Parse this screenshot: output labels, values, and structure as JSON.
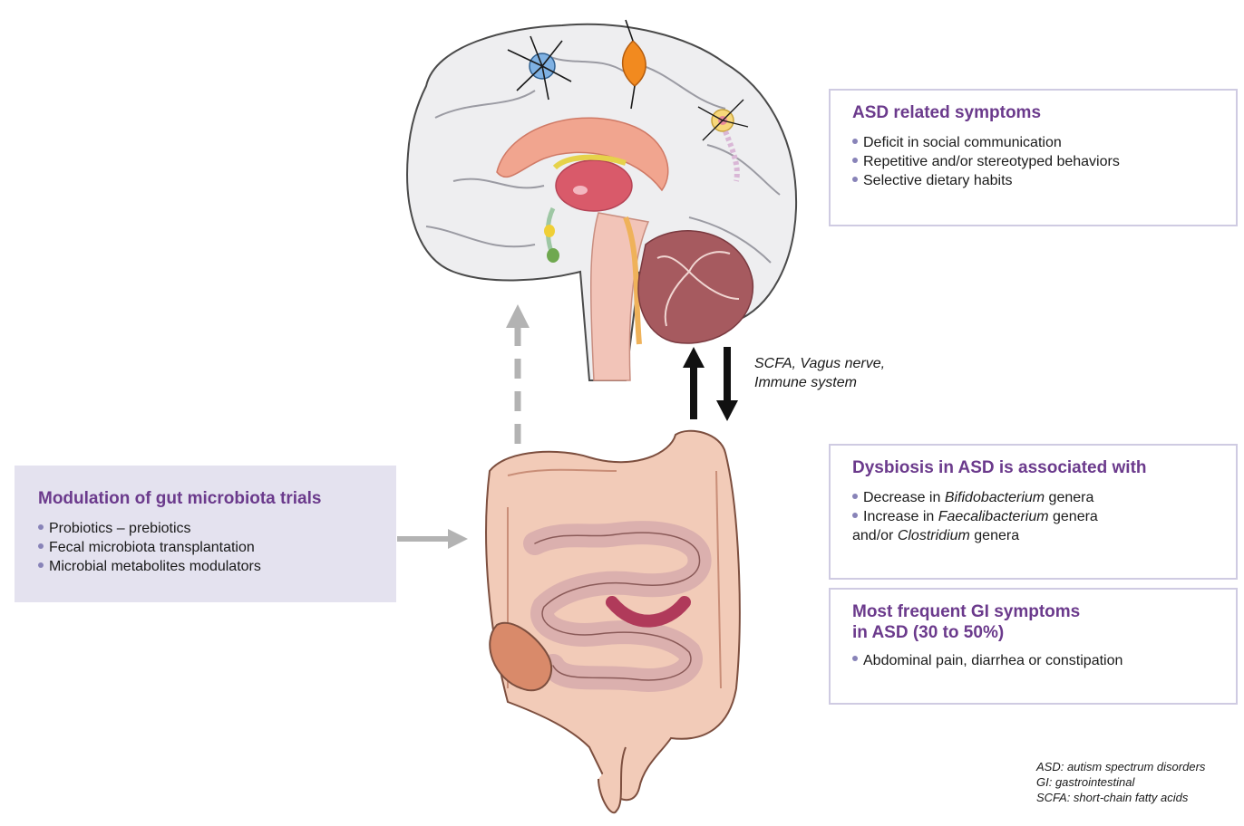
{
  "asd_symptoms": {
    "title": "ASD related symptoms",
    "items": [
      "Deficit in social communication",
      "Repetitive and/or stereotyped behaviors",
      "Selective dietary habits"
    ]
  },
  "modulation": {
    "title": "Modulation of gut microbiota trials",
    "items": [
      "Probiotics – prebiotics",
      "Fecal microbiota transplantation",
      "Microbial metabolites modulators"
    ]
  },
  "dysbiosis": {
    "title": "Dysbiosis in ASD is associated with",
    "item1": {
      "pre": "Decrease in ",
      "em": "Bifidobacterium",
      "post": " genera"
    },
    "item2": {
      "pre": "Increase in ",
      "em": "Faecalibacterium",
      "post": " genera"
    },
    "item2_cont": {
      "pre": "and/or ",
      "em": "Clostridium",
      "post": " genera"
    }
  },
  "gi_symptoms": {
    "title_line1": "Most frequent GI symptoms",
    "title_line2": "in ASD (30 to 50%)",
    "items": [
      "Abdominal pain, diarrhea or constipation"
    ]
  },
  "axis_caption": {
    "line1": "SCFA, Vagus nerve,",
    "line2": "Immune system"
  },
  "legend": [
    "ASD: autism spectrum disorders",
    "GI: gastrointestinal",
    "SCFA: short-chain fatty acids"
  ],
  "colors": {
    "title_purple": "#6b3a8c",
    "box_border": "#cfcbe2",
    "box_fill": "#e4e2ef",
    "bullet": "#8883b8",
    "arrow_gray": "#b3b3b3"
  },
  "illustrations": [
    "brain-illustration",
    "intestine-illustration"
  ]
}
